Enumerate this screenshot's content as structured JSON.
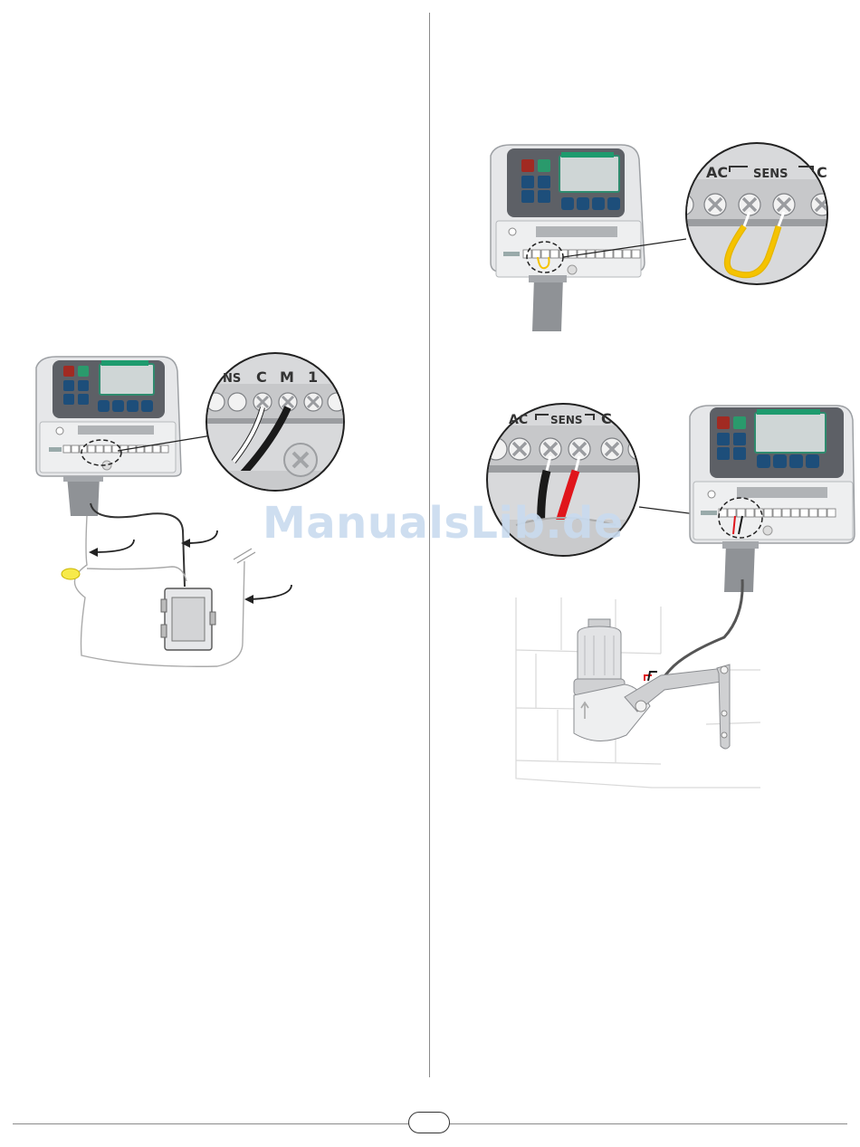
{
  "watermark": {
    "text": "ManualsLib.de"
  },
  "figure_left": {
    "terminal_labels": [
      "NS",
      "C",
      "M",
      "1"
    ]
  },
  "figure_top_right": {
    "terminal_labels": [
      "AC",
      "SENS",
      "C"
    ]
  },
  "figure_bottom_right": {
    "terminal_labels": [
      "AC",
      "SENS",
      "C"
    ]
  },
  "colors": {
    "jumper_wire": "#f5c300",
    "sensor_wire_red": "#e0151b",
    "sensor_wire_black": "#1a1a1a",
    "watermark": "#c9dbef"
  }
}
